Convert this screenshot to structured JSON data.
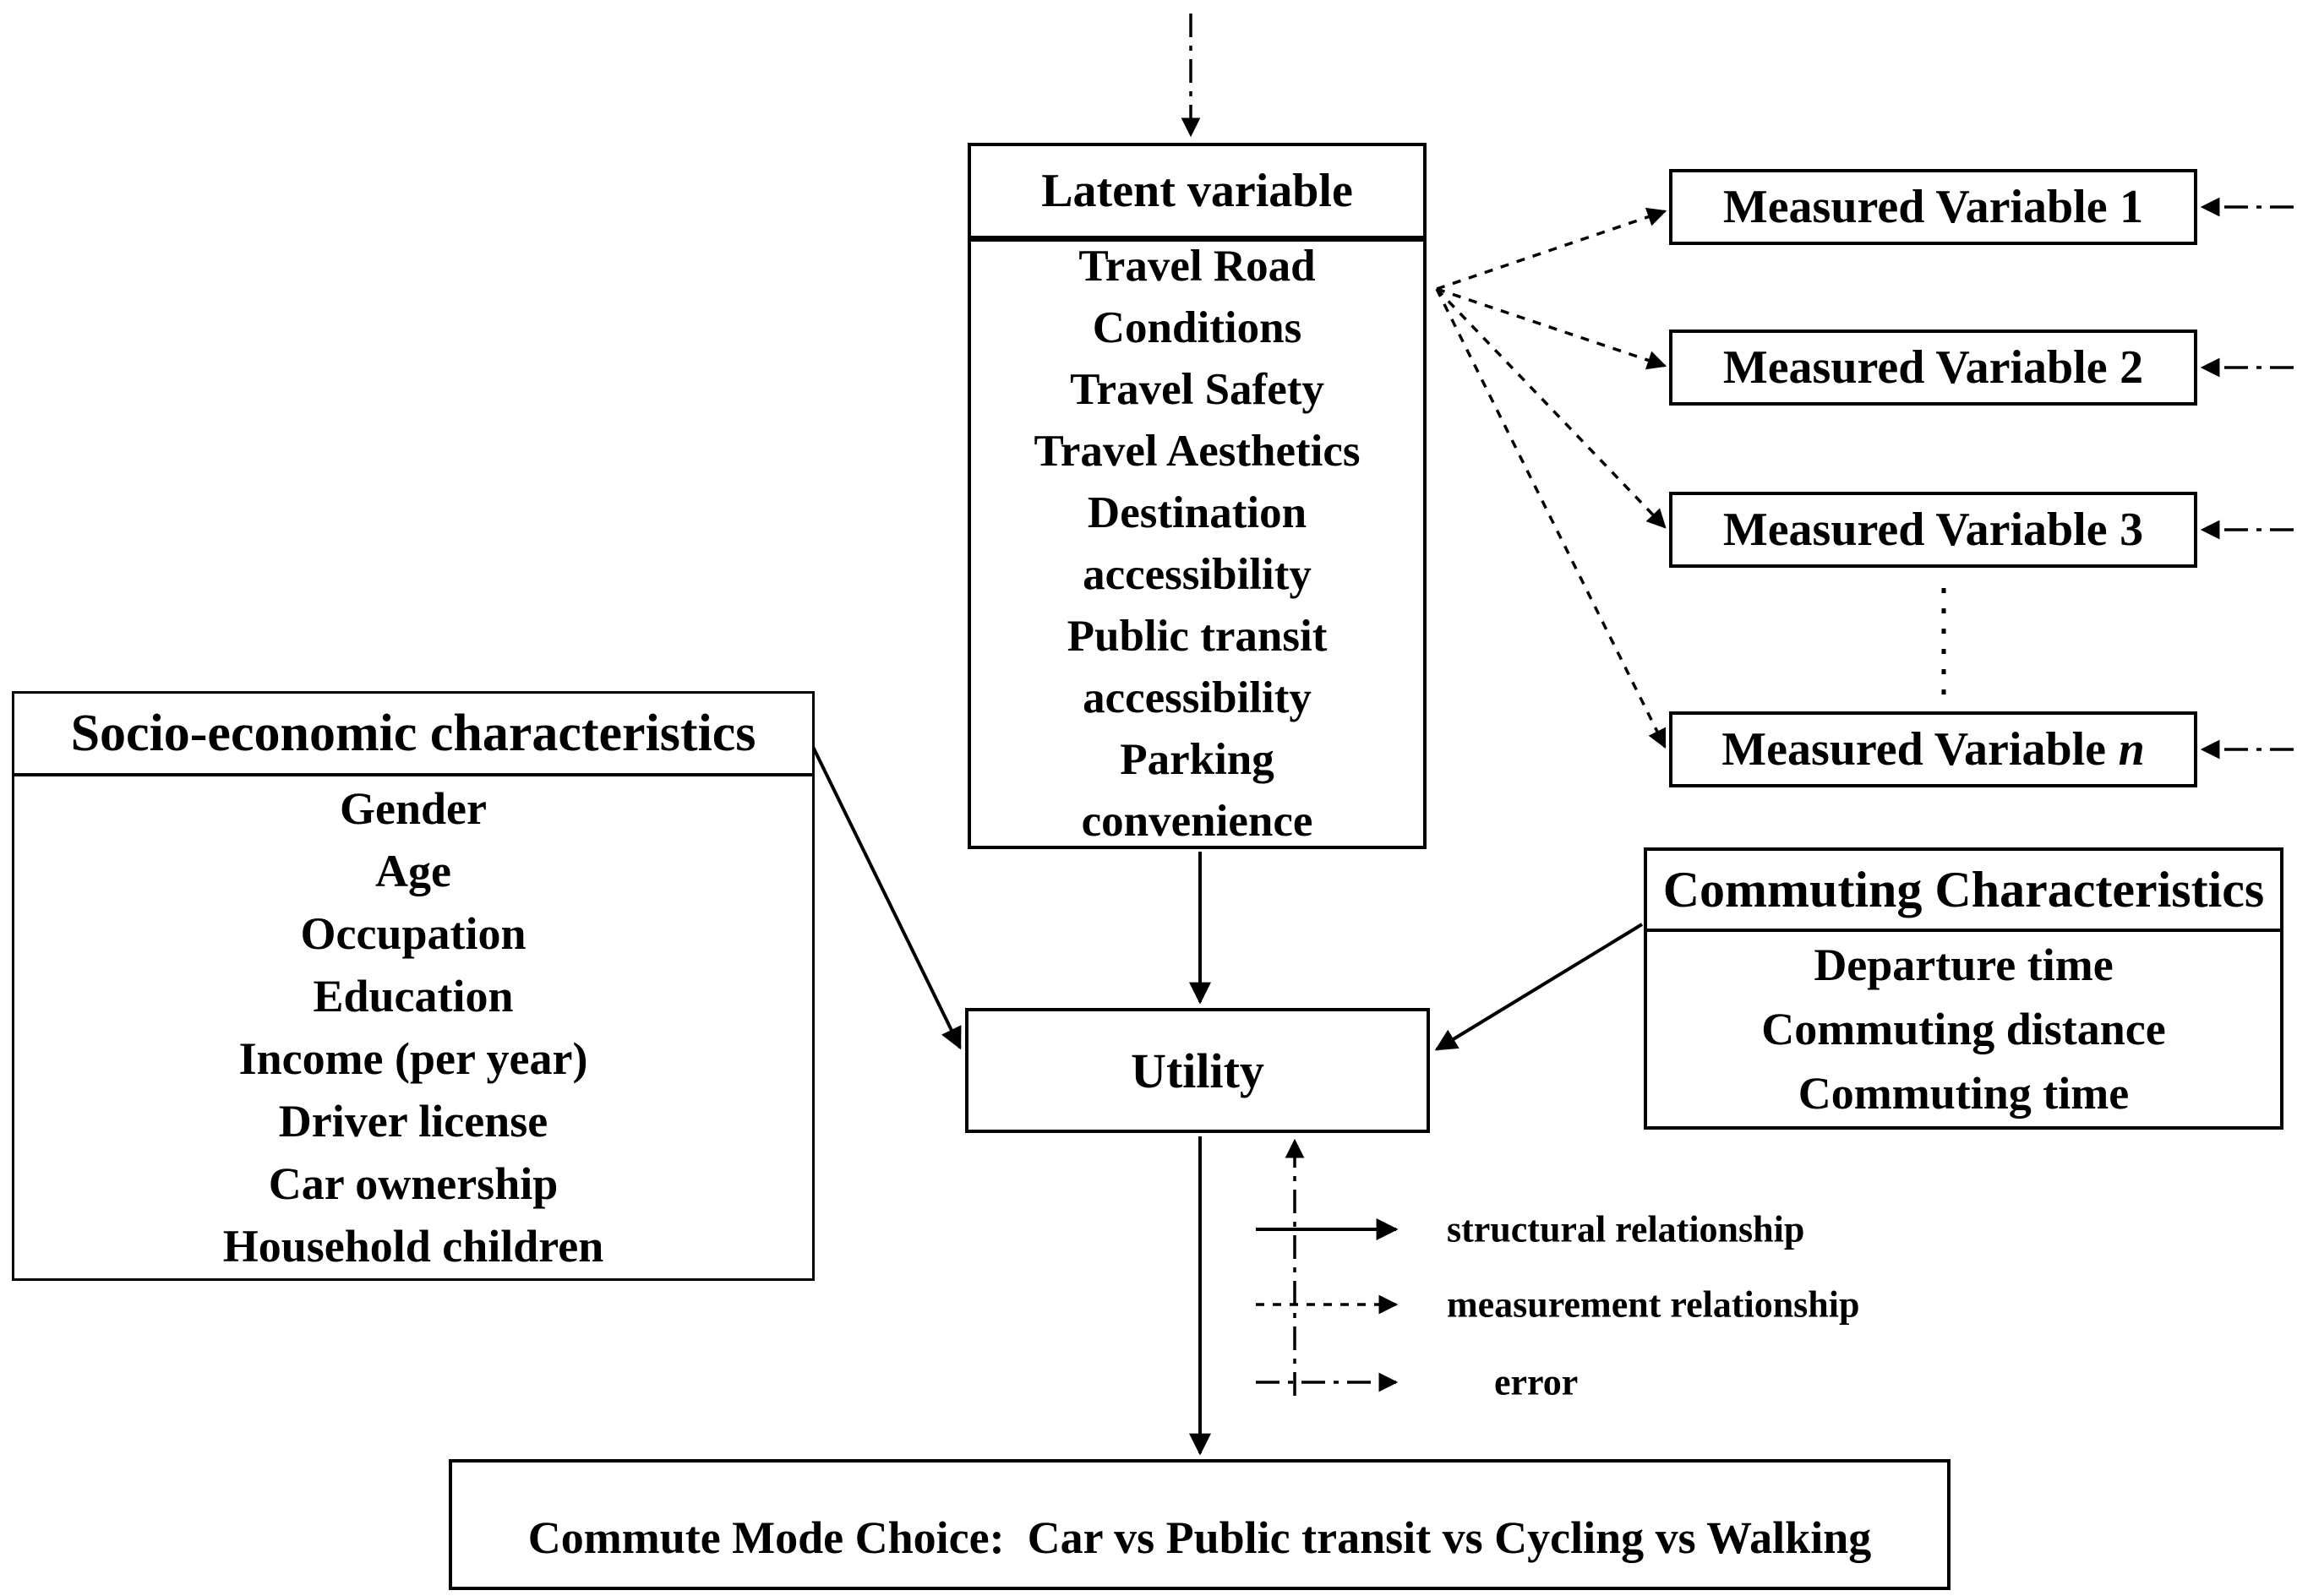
{
  "colors": {
    "ink": "#000000",
    "paper": "#ffffff"
  },
  "latent": {
    "title": "Latent variable",
    "items": [
      "Travel Road Conditions",
      "Travel Safety",
      "Travel Aesthetics",
      "Destination accessibility",
      "Public transit accessibility",
      "Parking convenience"
    ]
  },
  "measured": {
    "items": [
      {
        "label": "Measured Variable",
        "index": "1"
      },
      {
        "label": "Measured Variable",
        "index": "2"
      },
      {
        "label": "Measured Variable",
        "index": "3"
      },
      {
        "label": "Measured Variable",
        "index": "n"
      }
    ]
  },
  "socio": {
    "title": "Socio-economic characteristics",
    "items": [
      "Gender",
      "Age",
      "Occupation",
      "Education",
      "Income (per year)",
      "Driver license",
      "Car ownership",
      "Household children"
    ]
  },
  "commuting": {
    "title": "Commuting Characteristics",
    "items": [
      "Departure time",
      "Commuting distance",
      "Commuting time"
    ]
  },
  "utility": {
    "label": "Utility"
  },
  "outcome": {
    "label": "Commute Mode Choice:  Car vs Public transit vs Cycling vs Walking"
  },
  "legend": {
    "items": [
      {
        "label": "structural relationship",
        "style": "solid"
      },
      {
        "label": "measurement relationship",
        "style": "dashed"
      },
      {
        "label": "error",
        "style": "dash-dot"
      }
    ]
  }
}
